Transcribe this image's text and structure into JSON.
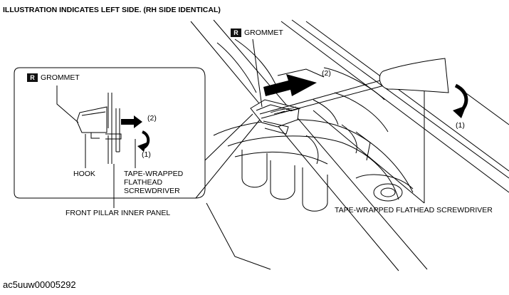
{
  "title": "ILLUSTRATION INDICATES LEFT SIDE. (RH SIDE IDENTICAL)",
  "figure_code": "ac5uuw00005292",
  "main_view": {
    "grommet_badge": "R",
    "grommet_label": "GROMMET",
    "step2_label": "(2)",
    "step1_label": "(1)",
    "screwdriver_label": "TAPE-WRAPPED FLATHEAD SCREWDRIVER"
  },
  "detail_view": {
    "grommet_badge": "R",
    "grommet_label": "GROMMET",
    "step2_label": "(2)",
    "step1_label": "(1)",
    "hook_label": "HOOK",
    "screwdriver_label": "TAPE-WRAPPED\nFLATHEAD\nSCREWDRIVER",
    "panel_label": "FRONT PILLAR INNER PANEL"
  }
}
